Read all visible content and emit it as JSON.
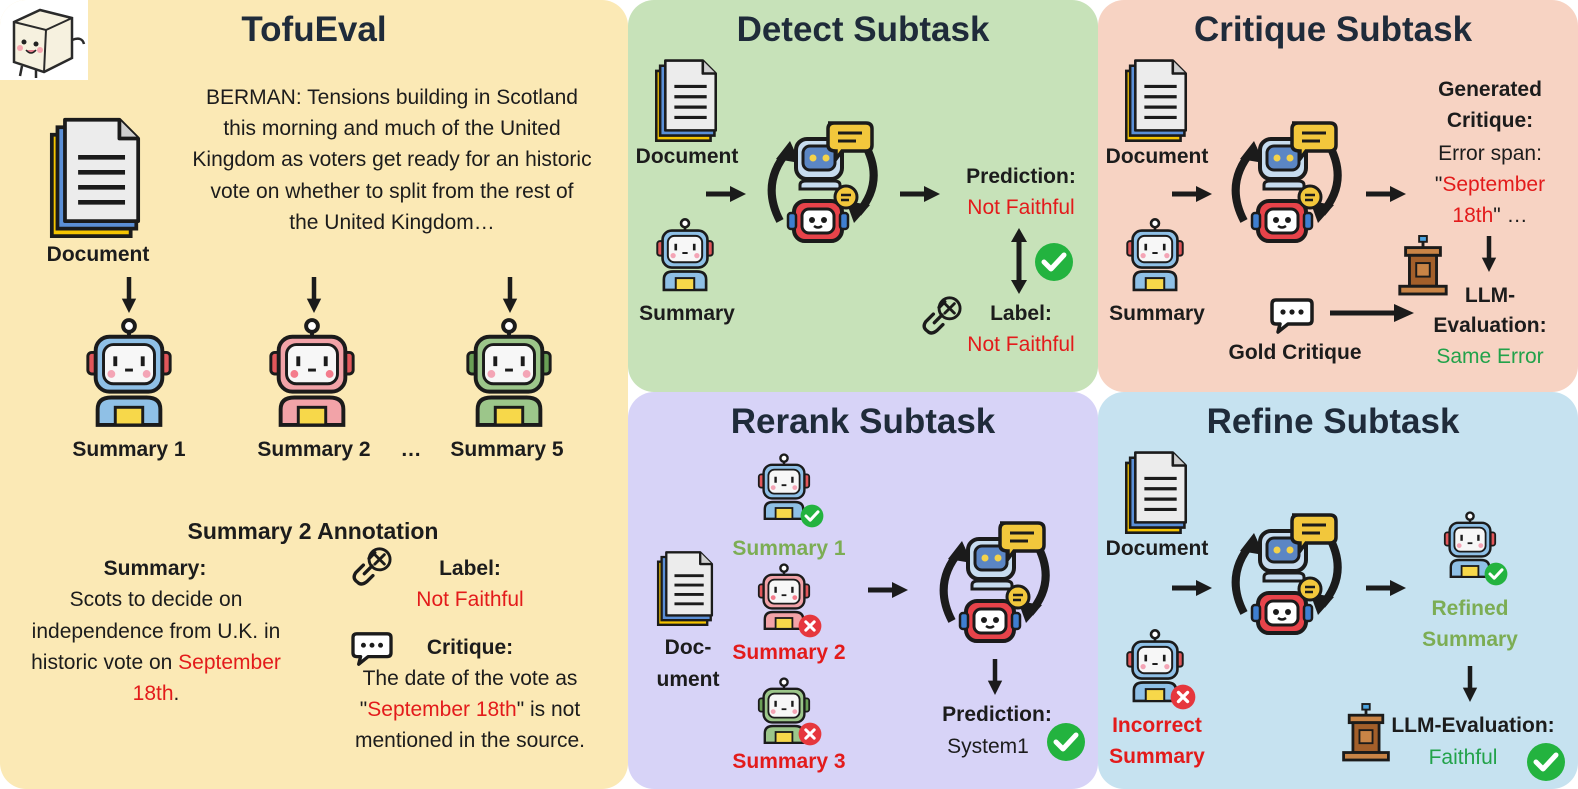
{
  "colors": {
    "tofueval_bg": "#fbe9b5",
    "detect_bg": "#c7e2b9",
    "critique_bg": "#f7d3c3",
    "rerank_bg": "#d7d3f7",
    "refine_bg": "#c6e2f0",
    "error_red": "#e31b1b",
    "correct_green": "#22a24a"
  },
  "tofueval": {
    "title": "TofuEval",
    "document_text": [
      "BERMAN: Tensions building in Scotland",
      "this morning and much of the United",
      "Kingdom as voters get ready for an historic",
      "vote on whether to split from the rest of",
      "the United Kingdom…"
    ],
    "document_label": "Document",
    "summary1": "Summary 1",
    "summary2": "Summary 2",
    "ellipsis": "…",
    "summary5": "Summary 5",
    "annotation_title": "Summary 2 Annotation",
    "summary_heading": "Summary:",
    "summary_lines": [
      "Scots to decide on",
      "independence from U.K. in"
    ],
    "summary_line3_a": "historic vote on ",
    "summary_line3_b": "September",
    "summary_line4_a": "18th",
    "summary_line4_b": ".",
    "label_heading": "Label:",
    "label_value": "Not Faithful",
    "critique_heading": "Critique:",
    "critique_line1": "The date of the vote as",
    "critique_line2_a": "\"",
    "critique_line2_b": "September 18th",
    "critique_line2_c": "\" is not",
    "critique_line3": "mentioned in the source."
  },
  "detect": {
    "title": "Detect Subtask",
    "document": "Document",
    "summary": "Summary",
    "prediction_heading": "Prediction:",
    "prediction_value": "Not Faithful",
    "label_heading": "Label:",
    "label_value": "Not Faithful"
  },
  "critique": {
    "title": "Critique Subtask",
    "document": "Document",
    "summary": "Summary",
    "gold_critique": "Gold Critique",
    "generated_heading_1": "Generated",
    "generated_heading_2": "Critique:",
    "error_span": "Error span:",
    "span_q1": "\"",
    "span_red1": "September",
    "span_red2": "18th",
    "span_tail": "\" …",
    "llm_eval_1": "LLM-",
    "llm_eval_2": "Evaluation:",
    "result": "Same Error"
  },
  "rerank": {
    "title": "Rerank Subtask",
    "summary1": "Summary 1",
    "summary2": "Summary 2",
    "summary3": "Summary 3",
    "doc_1": "Doc-",
    "doc_2": "ument",
    "prediction_heading": "Prediction:",
    "prediction_value": "System1"
  },
  "refine": {
    "title": "Refine Subtask",
    "document": "Document",
    "incorrect_1": "Incorrect",
    "incorrect_2": "Summary",
    "refined_1": "Refined",
    "refined_2": "Summary",
    "llm_eval": "LLM-Evaluation:",
    "result": "Faithful"
  },
  "icons": [
    "tofu-mascot-icon",
    "document-icon",
    "robot-icon",
    "chatbot-cycle-icon",
    "arrow-icon",
    "checkmark-icon",
    "cross-icon",
    "chain-link-icon",
    "chat-bubble-icon",
    "podium-icon"
  ]
}
